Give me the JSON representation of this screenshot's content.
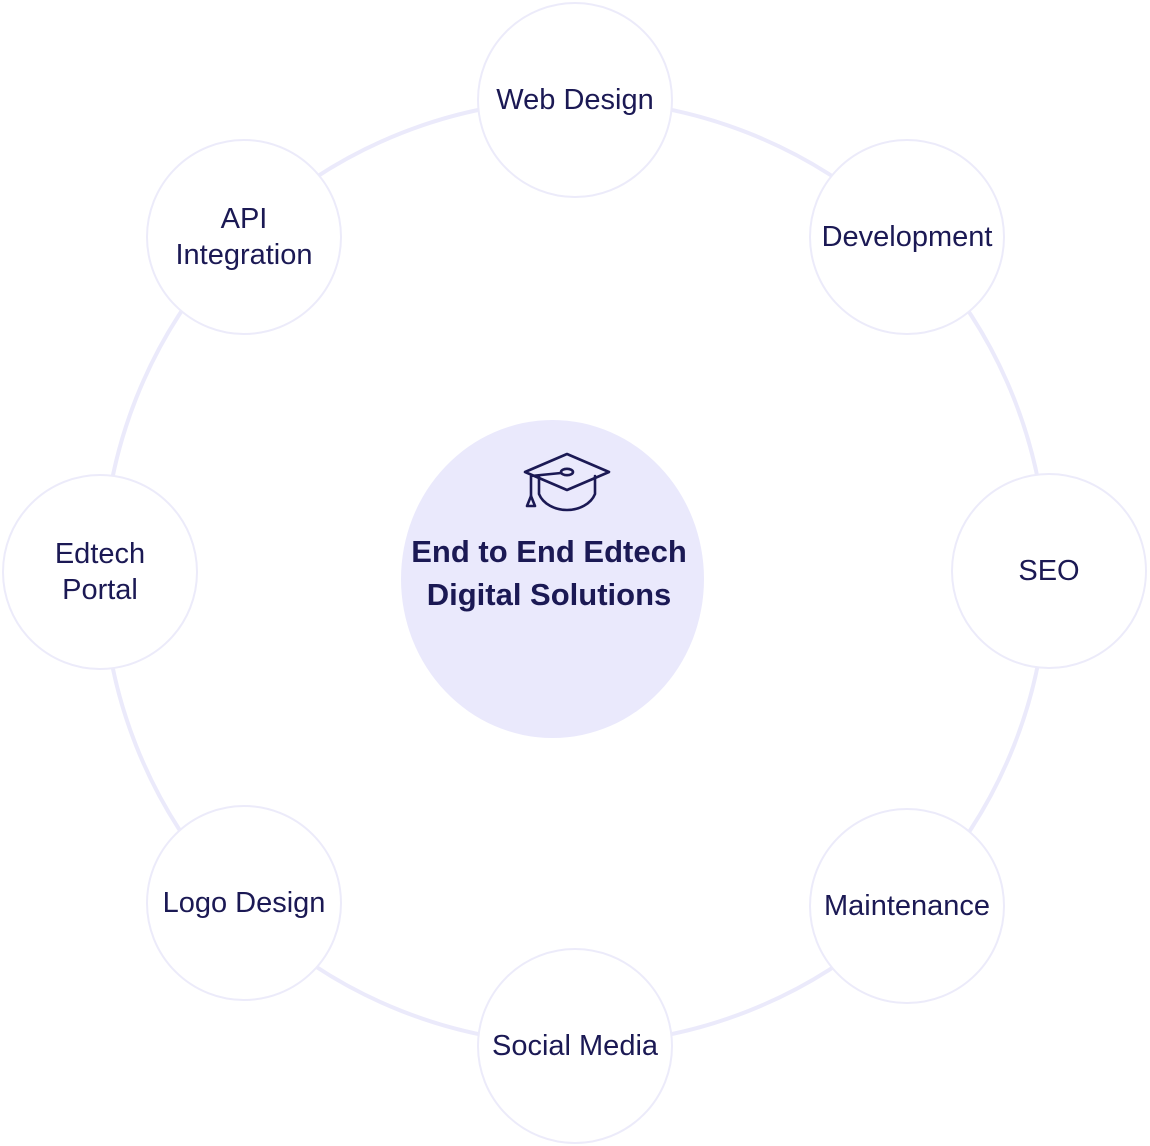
{
  "center": {
    "icon": "graduation-cap-icon",
    "title_line1": "End to End Edtech",
    "title_line2": "Digital Solutions"
  },
  "nodes": {
    "web_design": "Web Design",
    "development": "Development",
    "seo": "SEO",
    "maintenance": "Maintenance",
    "social_media": "Social Media",
    "logo_design": "Logo Design",
    "edtech_portal_line1": "Edtech",
    "edtech_portal_line2": "Portal",
    "api_integration_line1": "API",
    "api_integration_line2": "Integration"
  },
  "colors": {
    "text": "#1b1954",
    "center_fill": "#eae9fc",
    "ring": "#ebeafb",
    "node_border": "#ecebfa"
  }
}
